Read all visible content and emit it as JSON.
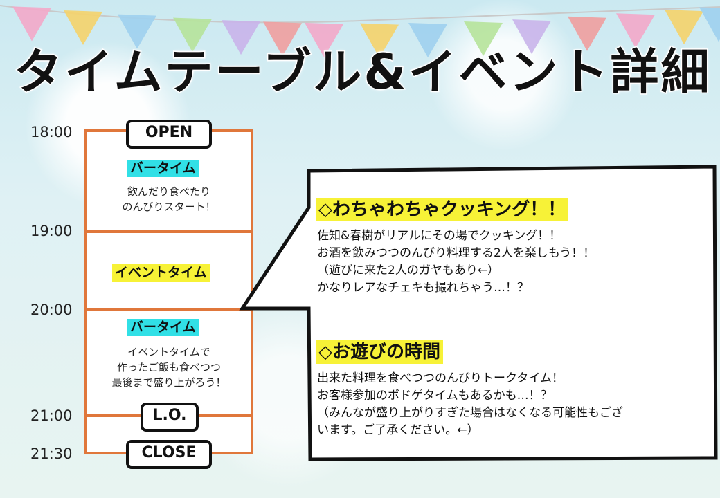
{
  "title": "タイムテーブル&イベント詳細",
  "times": [
    "18:00",
    "19:00",
    "20:00",
    "21:00",
    "21:30"
  ],
  "tags": {
    "open": "OPEN",
    "lo": "L.O.",
    "close": "CLOSE"
  },
  "slots": {
    "bar1": {
      "label": "バータイム",
      "lines": [
        "飲んだり食べたり",
        "のんびりスタート！"
      ]
    },
    "event": {
      "label": "イベントタイム"
    },
    "bar2": {
      "label": "バータイム",
      "lines": [
        "イベントタイムで",
        "作ったご飯も食べつつ",
        "最後まで盛り上がろう！"
      ]
    }
  },
  "events": [
    {
      "title": "◇わちゃわちゃクッキング！！",
      "lines": [
        "佐知&春樹がリアルにその場でクッキング！！",
        "お酒を飲みつつのんびり料理する2人を楽しもう！！",
        "（遊びに来た2人のガヤもあり←）",
        "かなりレアなチェキも撮れちゃう…！？"
      ]
    },
    {
      "title": "◇お遊びの時間",
      "lines": [
        "出来た料理を食べつつのんびりトークタイム！",
        "お客様参加のボドゲタイムもあるかも…！？",
        "（みんなが盛り上がりすぎた場合はなくなる可能性もござ",
        "います。ご了承ください。←）"
      ]
    }
  ],
  "colors": {
    "timeline": "#e0773b",
    "cyan_highlight": "#31e0e6",
    "yellow_highlight": "#f7f237",
    "bunting": [
      "#f3a9c9",
      "#f5d36a",
      "#9fd0ee",
      "#b6e39a",
      "#c9b4ea",
      "#ef9f9f"
    ]
  }
}
